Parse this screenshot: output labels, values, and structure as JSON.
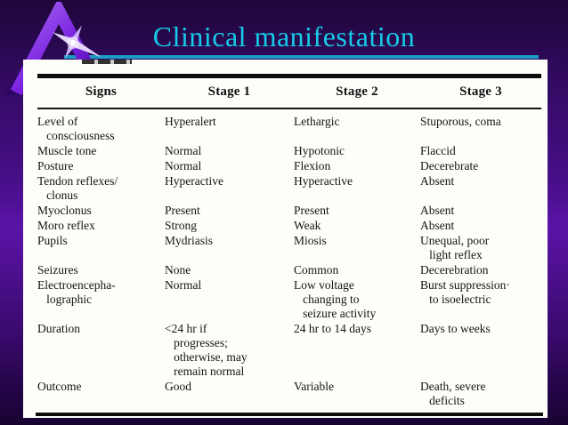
{
  "slide": {
    "title": "Clinical manifestation"
  },
  "colors": {
    "title_cyan": "#16cbe9",
    "underline_cyan": "#1b9bc6",
    "background_purple_mid": "#5a13a6",
    "background_purple_dark": "#170230",
    "card_background": "#fdfdfa",
    "table_ink": "#141414",
    "logo_purple": "#7a22e0"
  },
  "table": {
    "headers": [
      "Signs",
      "Stage 1",
      "Stage 2",
      "Stage 3"
    ],
    "rows": [
      {
        "sign": "Level of\n   consciousness",
        "stage1": "Hyperalert",
        "stage2": "Lethargic",
        "stage3": "Stuporous, coma"
      },
      {
        "sign": "Muscle tone",
        "stage1": "Normal",
        "stage2": "Hypotonic",
        "stage3": "Flaccid"
      },
      {
        "sign": "Posture",
        "stage1": "Normal",
        "stage2": "Flexion",
        "stage3": "Decerebrate"
      },
      {
        "sign": "Tendon reflexes/\n   clonus",
        "stage1": "Hyperactive",
        "stage2": "Hyperactive",
        "stage3": "Absent"
      },
      {
        "sign": "Myoclonus",
        "stage1": "Present",
        "stage2": "Present",
        "stage3": "Absent"
      },
      {
        "sign": "Moro reflex",
        "stage1": "Strong",
        "stage2": "Weak",
        "stage3": "Absent"
      },
      {
        "sign": "Pupils",
        "stage1": "Mydriasis",
        "stage2": "Miosis",
        "stage3": "Unequal, poor\n   light reflex"
      },
      {
        "sign": "Seizures",
        "stage1": "None",
        "stage2": "Common",
        "stage3": "Decerebration"
      },
      {
        "sign": "Electroencepha-\n   lographic",
        "stage1": "Normal",
        "stage2": "Low voltage\n   changing to\n   seizure activity",
        "stage3": "Burst suppression·\n   to isoelectric"
      },
      {
        "sign": "Duration",
        "stage1": "<24 hr if\n   progresses;\n   otherwise, may\n   remain normal",
        "stage2": "24 hr to 14 days",
        "stage3": "Days to weeks"
      },
      {
        "sign": "Outcome",
        "stage1": "Good",
        "stage2": "Variable",
        "stage3": "Death, severe\n   deficits"
      }
    ]
  }
}
